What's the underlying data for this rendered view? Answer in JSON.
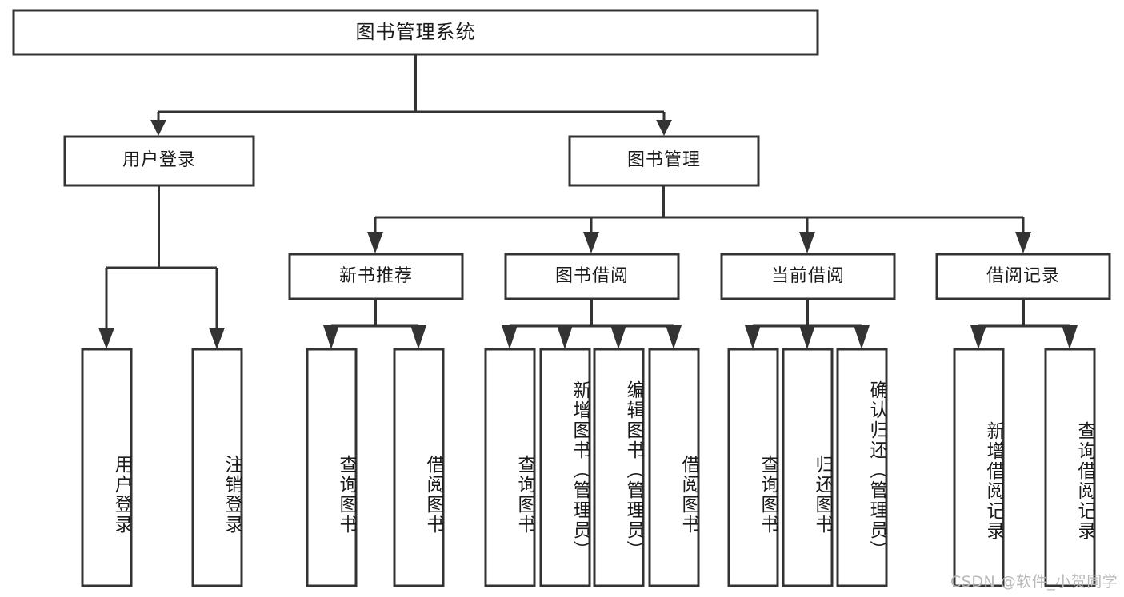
{
  "diagram": {
    "type": "tree-hierarchy",
    "title": "图书管理系统",
    "orientation": "top-down",
    "colors": {
      "background": "#ffffff",
      "box_fill": "#ffffff",
      "box_stroke": "#333333",
      "text": "#1a1a1a",
      "watermark": "#b9b9b9"
    },
    "levels": [
      {
        "level": 1,
        "nodes": [
          {
            "id": "root",
            "label": "图书管理系统",
            "orientation": "horizontal"
          }
        ]
      },
      {
        "level": 2,
        "nodes": [
          {
            "id": "login",
            "label": "用户登录",
            "orientation": "horizontal",
            "parent": "root"
          },
          {
            "id": "bookmgmt",
            "label": "图书管理",
            "orientation": "horizontal",
            "parent": "root"
          }
        ]
      },
      {
        "level": 3,
        "nodes": [
          {
            "id": "recommend",
            "label": "新书推荐",
            "orientation": "horizontal",
            "parent": "bookmgmt"
          },
          {
            "id": "borrow",
            "label": "图书借阅",
            "orientation": "horizontal",
            "parent": "bookmgmt"
          },
          {
            "id": "current",
            "label": "当前借阅",
            "orientation": "horizontal",
            "parent": "bookmgmt"
          },
          {
            "id": "records",
            "label": "借阅记录",
            "orientation": "horizontal",
            "parent": "bookmgmt"
          }
        ]
      },
      {
        "level": 4,
        "nodes": [
          {
            "id": "leaf-1",
            "label": "用户登录",
            "orientation": "vertical",
            "parent": "login"
          },
          {
            "id": "leaf-2",
            "label": "注销登录",
            "orientation": "vertical",
            "parent": "login"
          },
          {
            "id": "leaf-3",
            "label": "查询图书",
            "orientation": "vertical",
            "parent": "recommend"
          },
          {
            "id": "leaf-4",
            "label": "借阅图书",
            "orientation": "vertical",
            "parent": "recommend"
          },
          {
            "id": "leaf-5",
            "label": "查询图书",
            "orientation": "vertical",
            "parent": "borrow"
          },
          {
            "id": "leaf-6",
            "label": "新增图书（管理员）",
            "orientation": "vertical",
            "parent": "borrow"
          },
          {
            "id": "leaf-7",
            "label": "编辑图书（管理员）",
            "orientation": "vertical",
            "parent": "borrow"
          },
          {
            "id": "leaf-8",
            "label": "借阅图书",
            "orientation": "vertical",
            "parent": "borrow"
          },
          {
            "id": "leaf-9",
            "label": "查询图书",
            "orientation": "vertical",
            "parent": "current"
          },
          {
            "id": "leaf-10",
            "label": "归还图书",
            "orientation": "vertical",
            "parent": "current"
          },
          {
            "id": "leaf-11",
            "label": "确认归还（管理员）",
            "orientation": "vertical",
            "parent": "current"
          },
          {
            "id": "leaf-12",
            "label": "新增借阅记录",
            "orientation": "vertical",
            "parent": "records"
          },
          {
            "id": "leaf-13",
            "label": "查询借阅记录",
            "orientation": "vertical",
            "parent": "records"
          }
        ]
      }
    ]
  },
  "watermark": {
    "text": "CSDN @软件_小贺同学"
  }
}
